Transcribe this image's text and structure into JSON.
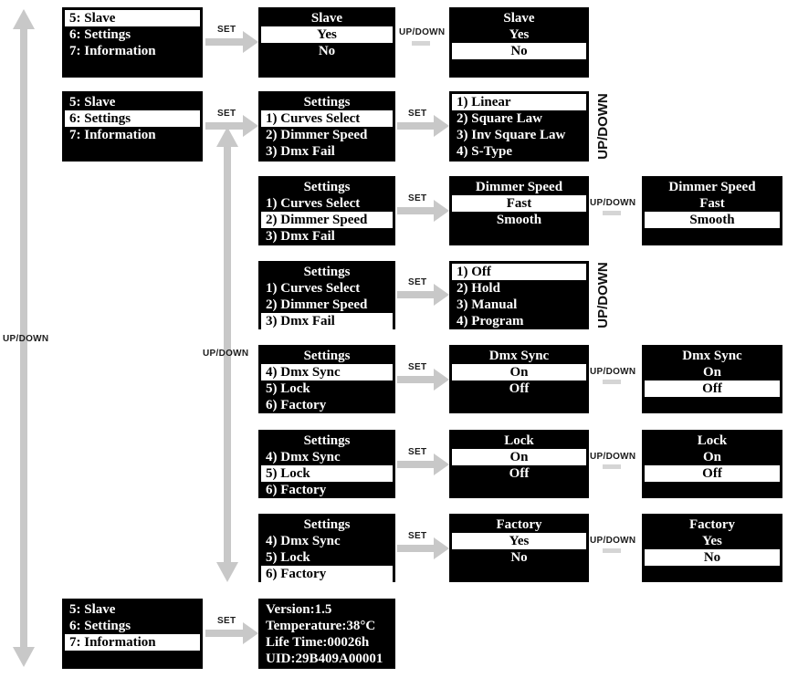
{
  "labels": {
    "set": "SET",
    "up_down": "UP/DOWN"
  },
  "colors": {
    "lcd_bg": "#000000",
    "lcd_text": "#ffffff",
    "highlight_bg": "#ffffff",
    "highlight_text": "#000000",
    "arrow": "#c8c8c8",
    "label_text": "#1c1c1c"
  },
  "rows": [
    {
      "name": "slave",
      "boxes": [
        {
          "kind": "menu",
          "items": [
            "5: Slave",
            "6: Settings",
            "7: Information"
          ],
          "selected": "5: Slave",
          "selected_index": 0
        },
        {
          "kind": "options",
          "title": "Slave",
          "options": [
            "Yes",
            "No"
          ],
          "selected": "Yes",
          "selected_index": 0
        },
        {
          "kind": "options",
          "title": "Slave",
          "options": [
            "Yes",
            "No"
          ],
          "selected": "No",
          "selected_index": 1
        }
      ]
    },
    {
      "name": "settings-curves",
      "boxes": [
        {
          "kind": "menu",
          "items": [
            "5: Slave",
            "6: Settings",
            "7: Information"
          ],
          "selected": "6: Settings",
          "selected_index": 1
        },
        {
          "kind": "menu-titled",
          "title": "Settings",
          "items": [
            "1) Curves Select",
            "2) Dimmer Speed",
            "3) Dmx Fail"
          ],
          "selected": "1) Curves Select",
          "selected_index": 0
        },
        {
          "kind": "list",
          "items": [
            "1) Linear",
            "2) Square Law",
            "3) Inv Square Law",
            "4) S-Type"
          ],
          "selected": "1) Linear",
          "selected_index": 0
        }
      ]
    },
    {
      "name": "dimmer-speed",
      "boxes": [
        {
          "kind": "menu-titled",
          "title": "Settings",
          "items": [
            "1) Curves Select",
            "2) Dimmer Speed",
            "3) Dmx Fail"
          ],
          "selected": "2) Dimmer Speed",
          "selected_index": 1
        },
        {
          "kind": "options",
          "title": "Dimmer Speed",
          "options": [
            "Fast",
            "Smooth"
          ],
          "selected": "Fast",
          "selected_index": 0
        },
        {
          "kind": "options",
          "title": "Dimmer Speed",
          "options": [
            "Fast",
            "Smooth"
          ],
          "selected": "Smooth",
          "selected_index": 1
        }
      ]
    },
    {
      "name": "dmx-fail",
      "boxes": [
        {
          "kind": "menu-titled",
          "title": "Settings",
          "items": [
            "1) Curves Select",
            "2) Dimmer Speed",
            "3) Dmx Fail"
          ],
          "selected": "3) Dmx Fail",
          "selected_index": 2
        },
        {
          "kind": "list",
          "items": [
            "1) Off",
            "2) Hold",
            "3) Manual",
            "4) Program"
          ],
          "selected": "1) Off",
          "selected_index": 0
        }
      ]
    },
    {
      "name": "dmx-sync",
      "boxes": [
        {
          "kind": "menu-titled",
          "title": "Settings",
          "items": [
            "4) Dmx Sync",
            "5) Lock",
            "6) Factory"
          ],
          "selected": "4) Dmx Sync",
          "selected_index": 0
        },
        {
          "kind": "options",
          "title": "Dmx Sync",
          "options": [
            "On",
            "Off"
          ],
          "selected": "On",
          "selected_index": 0
        },
        {
          "kind": "options",
          "title": "Dmx Sync",
          "options": [
            "On",
            "Off"
          ],
          "selected": "Off",
          "selected_index": 1
        }
      ]
    },
    {
      "name": "lock",
      "boxes": [
        {
          "kind": "menu-titled",
          "title": "Settings",
          "items": [
            "4) Dmx Sync",
            "5) Lock",
            "6) Factory"
          ],
          "selected": "5) Lock",
          "selected_index": 1
        },
        {
          "kind": "options",
          "title": "Lock",
          "options": [
            "On",
            "Off"
          ],
          "selected": "On",
          "selected_index": 0
        },
        {
          "kind": "options",
          "title": "Lock",
          "options": [
            "On",
            "Off"
          ],
          "selected": "Off",
          "selected_index": 1
        }
      ]
    },
    {
      "name": "factory",
      "boxes": [
        {
          "kind": "menu-titled",
          "title": "Settings",
          "items": [
            "4) Dmx Sync",
            "5) Lock",
            "6) Factory"
          ],
          "selected": "6) Factory",
          "selected_index": 2
        },
        {
          "kind": "options",
          "title": "Factory",
          "options": [
            "Yes",
            "No"
          ],
          "selected": "Yes",
          "selected_index": 0
        },
        {
          "kind": "options",
          "title": "Factory",
          "options": [
            "Yes",
            "No"
          ],
          "selected": "No",
          "selected_index": 1
        }
      ]
    },
    {
      "name": "information",
      "boxes": [
        {
          "kind": "menu",
          "items": [
            "5: Slave",
            "6: Settings",
            "7: Information"
          ],
          "selected": "7: Information",
          "selected_index": 2
        },
        {
          "kind": "info",
          "lines": [
            "Version:1.5",
            "Temperature:38°C",
            "Life Time:00026h",
            "UID:29B409A00001"
          ]
        }
      ]
    }
  ]
}
